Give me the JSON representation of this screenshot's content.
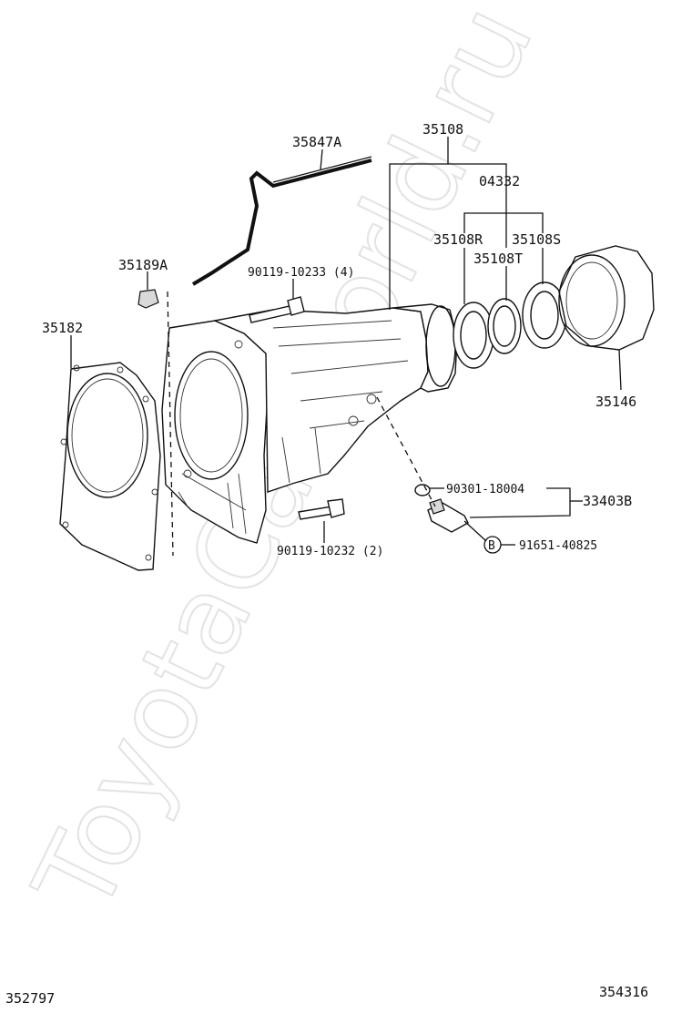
{
  "watermark": "ToyotaCarWorld.ru",
  "callouts": {
    "c35847A": "35847A",
    "c35108": "35108",
    "c04332": "04332",
    "c35108R": "35108R",
    "c35108S": "35108S",
    "c35108T": "35108T",
    "c35189A": "35189A",
    "c90119_10233": "90119-10233 (4)",
    "c35182": "35182",
    "c35146": "35146",
    "c90301_18004": "90301-18004",
    "c33403B": "33403B",
    "c90119_10232": "90119-10232 (2)",
    "cB": "B",
    "c91651_40825": "91651-40825"
  },
  "footer": {
    "left_code": "352797",
    "right_code": "354316"
  }
}
